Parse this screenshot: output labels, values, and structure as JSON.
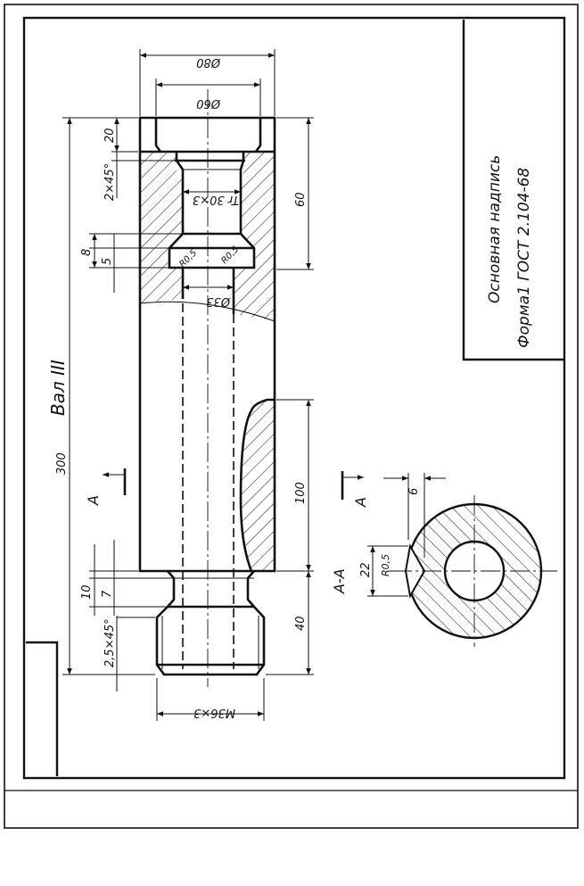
{
  "drawing": {
    "title": "Вал III",
    "stamp": {
      "line1": "Основная  надпись",
      "line2": "Форма1  ГОСТ 2.104-68"
    },
    "dimensions": {
      "d80": "Ø80",
      "d60": "Ø60",
      "d33": "Ø33",
      "thread_tr": "Tr 30×3",
      "thread_m": "M36×3",
      "len_300": "300",
      "len_60": "60",
      "len_100": "100",
      "len_40": "40",
      "d20": "20",
      "ch_2x45": "2×45°",
      "d8": "8",
      "d5": "5",
      "d10": "10",
      "d7": "7",
      "ch_25x45": "2,5×45°",
      "r_small_a": "R0,5",
      "r_small_b": "R0,5",
      "key_6": "6",
      "key_22": "22",
      "key_r": "R0,5"
    },
    "section": {
      "mark_left": "A",
      "mark_right": "A",
      "label": "A-A"
    }
  }
}
